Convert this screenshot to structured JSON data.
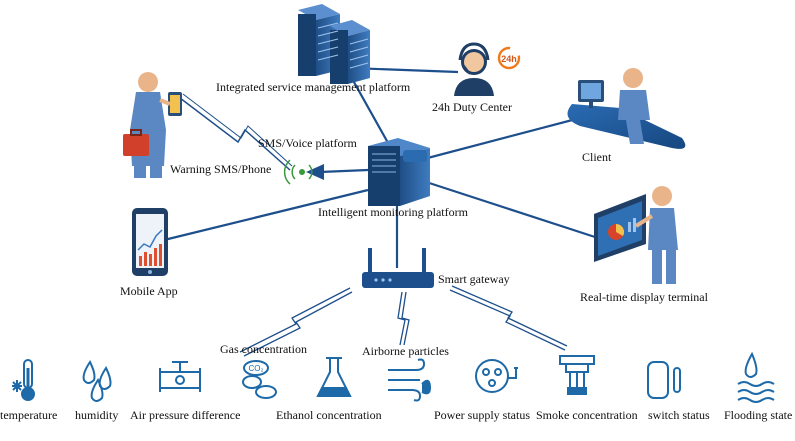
{
  "colors": {
    "link": "#1d4f8c",
    "device_dark": "#1f4e86",
    "device_light": "#3f7cc0",
    "icon_blue": "#1e6aa8",
    "person_skin": "#e9b48a",
    "person_shirt": "#5b88c2",
    "screen_red": "#d8442a",
    "accent_orange": "#f07a1a"
  },
  "nodes": {
    "integrated_platform": "Integrated service management platform",
    "duty_center": "24h Duty Center",
    "duty_badge": "24h",
    "sms_voice": "SMS/Voice platform",
    "warning_sms": "Warning SMS/Phone",
    "client": "Client",
    "monitoring": "Intelligent monitoring platform",
    "mobile_app": "Mobile App",
    "gateway": "Smart gateway",
    "display_terminal": "Real-time display terminal"
  },
  "wireless": {
    "gas": "Gas concentration",
    "airborne": "Airborne particles"
  },
  "sensors": [
    {
      "label": "temperature",
      "icon": "thermometer-snowflake-icon"
    },
    {
      "label": "humidity",
      "icon": "water-drops-icon"
    },
    {
      "label": "Air pressure difference",
      "icon": "pipe-valve-icon"
    },
    {
      "label": "Ethanol concentration",
      "icon": "co2-clouds-icon"
    },
    {
      "label": "Power supply status",
      "icon": "flask-icon"
    },
    {
      "label": "Smoke concentration",
      "icon": "wind-icon"
    },
    {
      "label": "switch status",
      "icon": "power-plug-icon"
    },
    {
      "label": "Flooding state",
      "icon": "smoke-detector-icon"
    }
  ],
  "extra_icons": [
    "door-switch-icon",
    "flood-waves-icon"
  ],
  "co2_text": "CO₂"
}
